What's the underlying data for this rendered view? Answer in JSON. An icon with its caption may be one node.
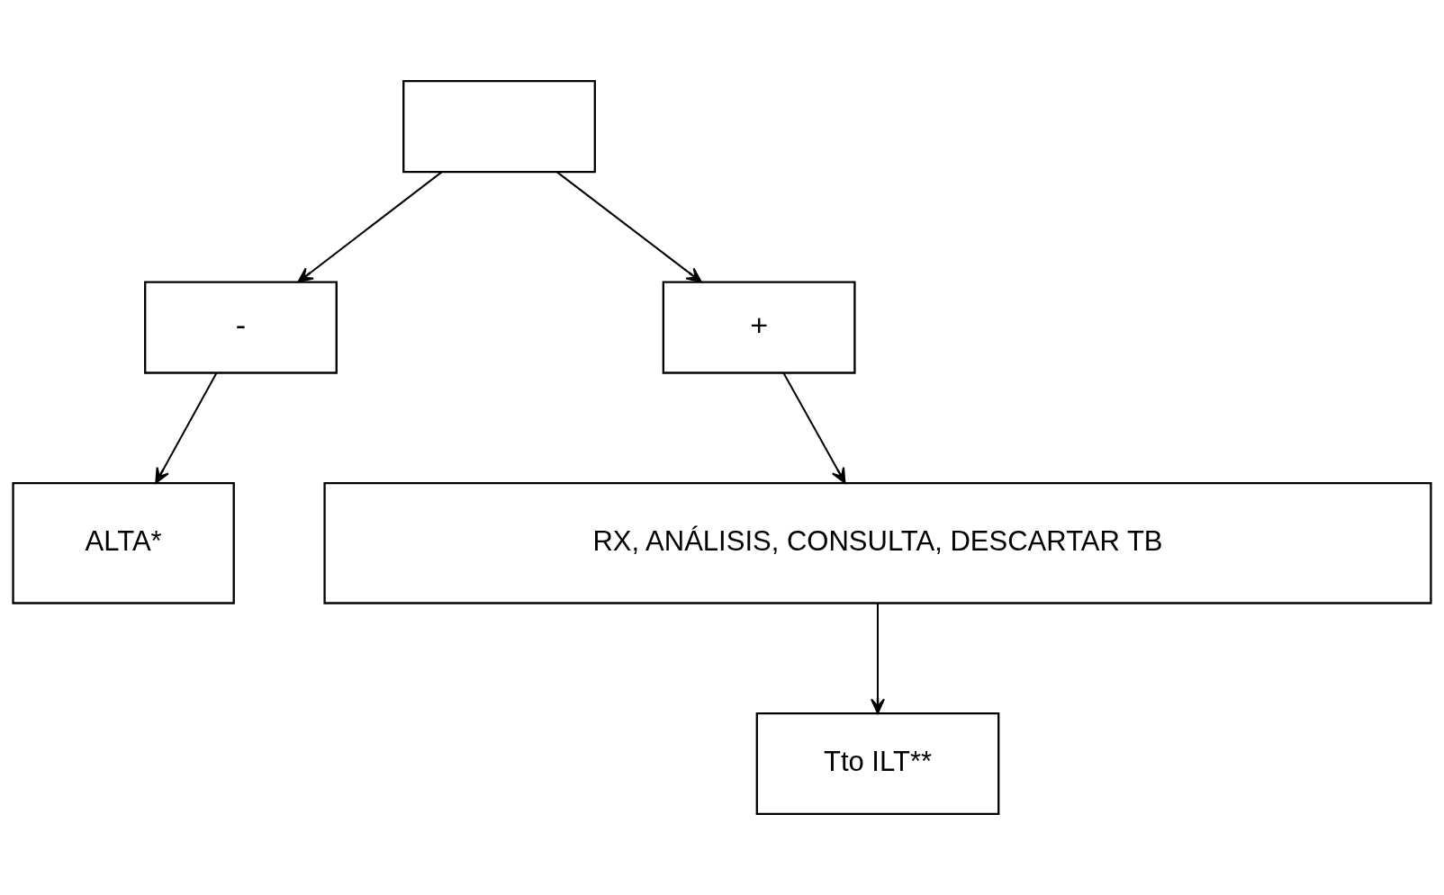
{
  "diagram": {
    "nodes": [
      {
        "text": [],
        "shape": "box"
      },
      {
        "text": [
          "-"
        ]
      },
      {
        "text": [
          "+"
        ]
      },
      {
        "text": [
          "ALTA*"
        ]
      },
      {
        "text": [
          "RX, ANÁLISIS, CONSULTA, DESCARTAR TB"
        ]
      },
      {
        "text": [
          "Tto ILT**"
        ]
      }
    ],
    "edges": [
      {
        "from": 0,
        "to": 1,
        "arrow": "to"
      },
      {
        "from": 0,
        "to": 2,
        "arrow": "to"
      },
      {
        "from": 1,
        "to": 3,
        "arrow": "to"
      },
      {
        "from": 2,
        "to": 4,
        "arrow": "to"
      },
      {
        "from": 4,
        "to": 5,
        "arrow": "to"
      }
    ]
  }
}
